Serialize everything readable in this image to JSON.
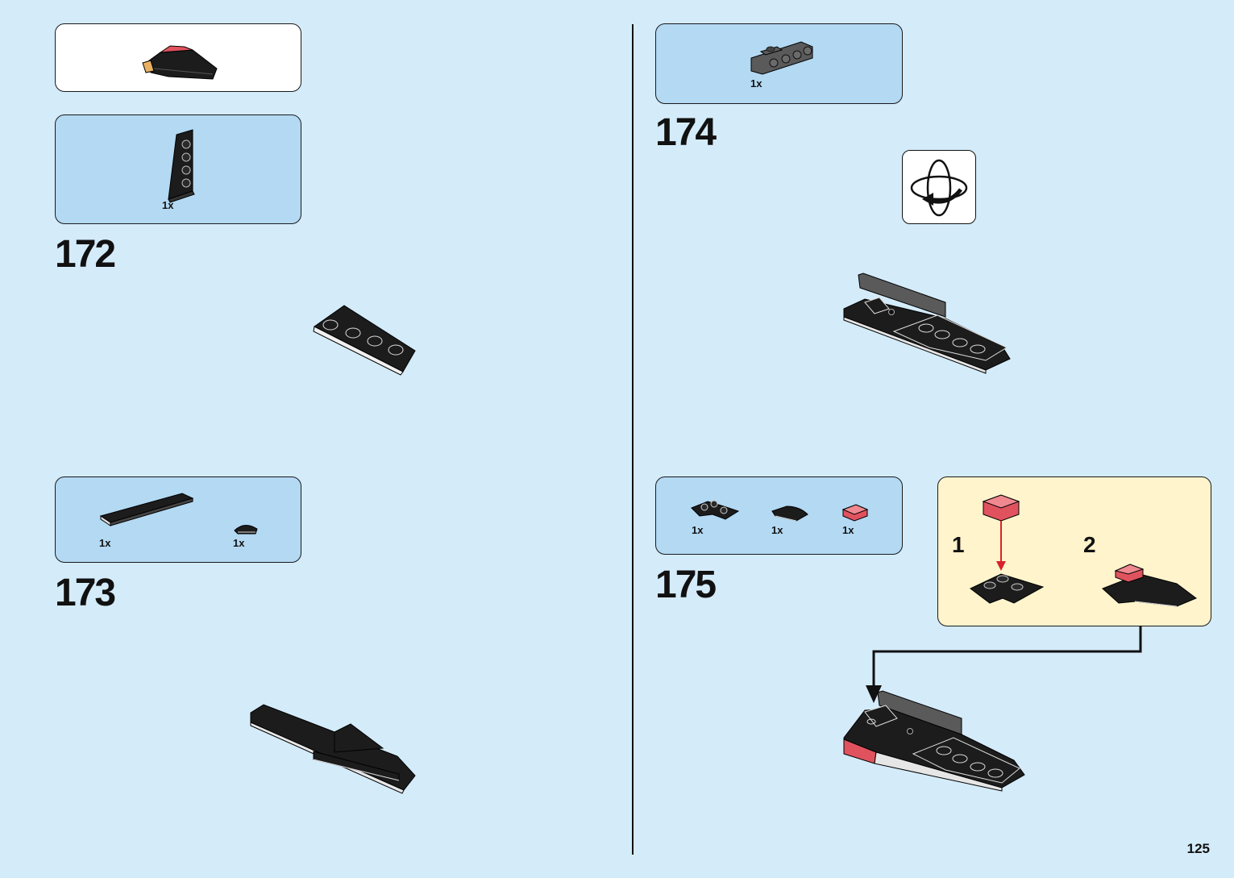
{
  "page": {
    "number": "125"
  },
  "steps": [
    {
      "number": "172",
      "parts": [
        {
          "qty": "1x",
          "part": "black wedge plate"
        }
      ]
    },
    {
      "number": "173",
      "parts": [
        {
          "qty": "1x",
          "part": "black long plate"
        },
        {
          "qty": "1x",
          "part": "black curved slope"
        }
      ]
    },
    {
      "number": "174",
      "parts": [
        {
          "qty": "1x",
          "part": "dark grey bracket"
        }
      ],
      "icon": "rotate-model-icon"
    },
    {
      "number": "175",
      "parts": [
        {
          "qty": "1x",
          "part": "black corner plate"
        },
        {
          "qty": "1x",
          "part": "black curved slope"
        },
        {
          "qty": "1x",
          "part": "trans-red tile"
        }
      ],
      "substeps": [
        {
          "label": "1"
        },
        {
          "label": "2"
        }
      ]
    }
  ],
  "colors": {
    "background": "#d4ebfa",
    "callout_blue": "#b3d9f3",
    "callout_yellow": "#fff4cc",
    "brick_black": "#1c1c1c",
    "brick_grey": "#5a5a5a",
    "trans_red": "#e0535e",
    "arrow_red": "#d8222c"
  }
}
